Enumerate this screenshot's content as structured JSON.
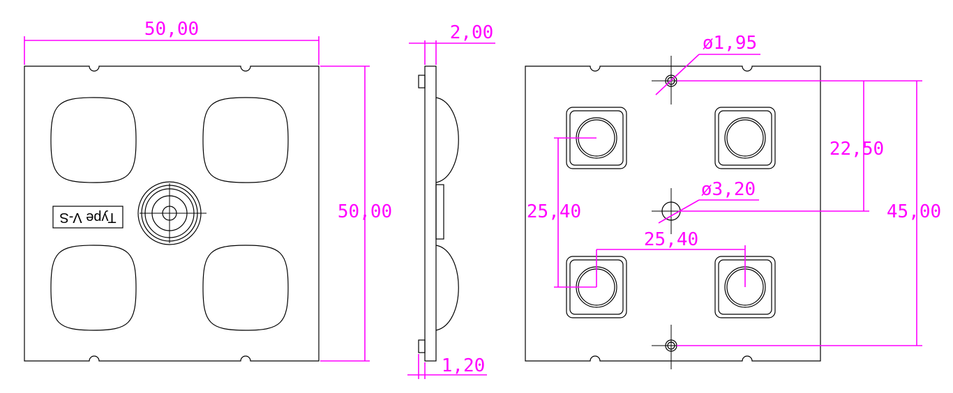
{
  "label": "Type V-S",
  "colors": {
    "part_lines": "#000000",
    "dimension_lines": "#ff00ff",
    "background": "#ffffff"
  },
  "front_view": {
    "width_dim": "50,00",
    "height_dim": "50,00"
  },
  "side_view": {
    "thickness_dim": "2,00",
    "base_dim": "1,20"
  },
  "rear_view": {
    "small_hole_dim": "ø1,95",
    "center_hole_dim": "ø3,20",
    "half_height_dim": "22,50",
    "full_height_dim": "45,00",
    "vertical_pitch_dim": "25,40",
    "horizontal_pitch_dim": "25,40"
  }
}
